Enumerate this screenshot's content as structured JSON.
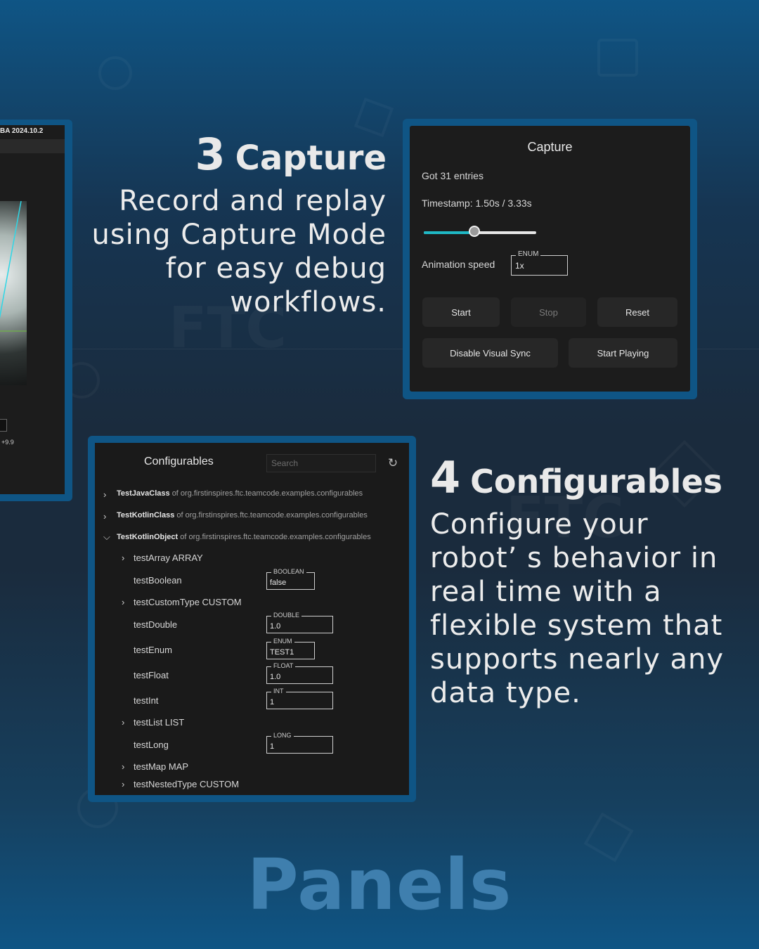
{
  "left_panel": {
    "title": "BA 2024.10.2",
    "value": "+9.9"
  },
  "capture_section": {
    "number": "3",
    "title": "Capture",
    "description": [
      "Record and replay",
      "using Capture Mode",
      "for easy debug",
      "workflows."
    ]
  },
  "capture_panel": {
    "title": "Capture",
    "entries": "Got 31 entries",
    "timestamp": "Timestamp: 1.50s / 3.33s",
    "progress": 0.45,
    "speed_label": "Animation speed",
    "speed_field": {
      "type": "ENUM",
      "value": "1x"
    },
    "buttons": {
      "start": "Start",
      "stop": "Stop",
      "reset": "Reset",
      "visual_sync": "Disable Visual Sync",
      "start_playing": "Start Playing"
    },
    "colors": {
      "accent": "#1fb8c5",
      "frame": "#0f5585"
    }
  },
  "configurables_section": {
    "number": "4",
    "title": "Configurables",
    "description": [
      "Configure your",
      "robot’ s behavior in",
      "real time with a",
      "flexible system that",
      "supports nearly any",
      "data type."
    ]
  },
  "configurables_panel": {
    "title": "Configurables",
    "search_placeholder": "Search",
    "classes": [
      {
        "name": "TestJavaClass",
        "pkg": "of org.firstinspires.ftc.teamcode.examples.configurables"
      },
      {
        "name": "TestKotlinClass",
        "pkg": "of org.firstinspires.ftc.teamcode.examples.configurables"
      },
      {
        "name": "TestKotlinObject",
        "pkg": "of org.firstinspires.ftc.teamcode.examples.configurables"
      }
    ],
    "fields": [
      {
        "name": "testArray ARRAY"
      },
      {
        "name": "testBoolean",
        "type": "BOOLEAN",
        "value": "false"
      },
      {
        "name": "testCustomType CUSTOM"
      },
      {
        "name": "testDouble",
        "type": "DOUBLE",
        "value": "1.0"
      },
      {
        "name": "testEnum",
        "type": "ENUM",
        "value": "TEST1"
      },
      {
        "name": "testFloat",
        "type": "FLOAT",
        "value": "1.0"
      },
      {
        "name": "testInt",
        "type": "INT",
        "value": "1"
      },
      {
        "name": "testList LIST"
      },
      {
        "name": "testLong",
        "type": "LONG",
        "value": "1"
      },
      {
        "name": "testMap MAP"
      },
      {
        "name": "testNestedType CUSTOM"
      }
    ]
  },
  "footer_title": "Panels"
}
